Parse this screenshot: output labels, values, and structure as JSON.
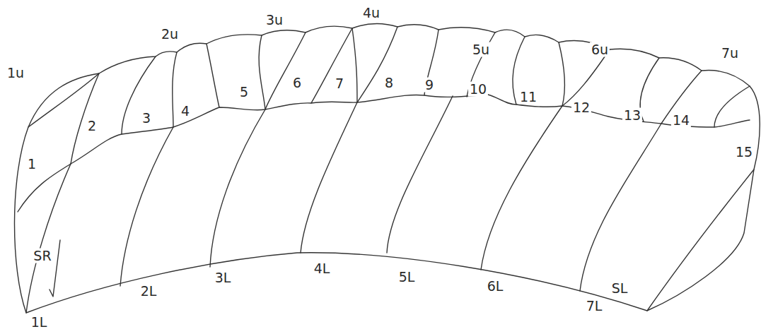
{
  "diagram": {
    "labels": [
      "1u",
      "2u",
      "3u",
      "4u",
      "5u",
      "6u",
      "7u",
      "1",
      "2",
      "3",
      "4",
      "5",
      "6",
      "7",
      "8",
      "9",
      "10",
      "11",
      "12",
      "13",
      "14",
      "15",
      "SR",
      "SL",
      "1L",
      "2L",
      "3L",
      "4L",
      "5L",
      "6L",
      "7L"
    ]
  }
}
